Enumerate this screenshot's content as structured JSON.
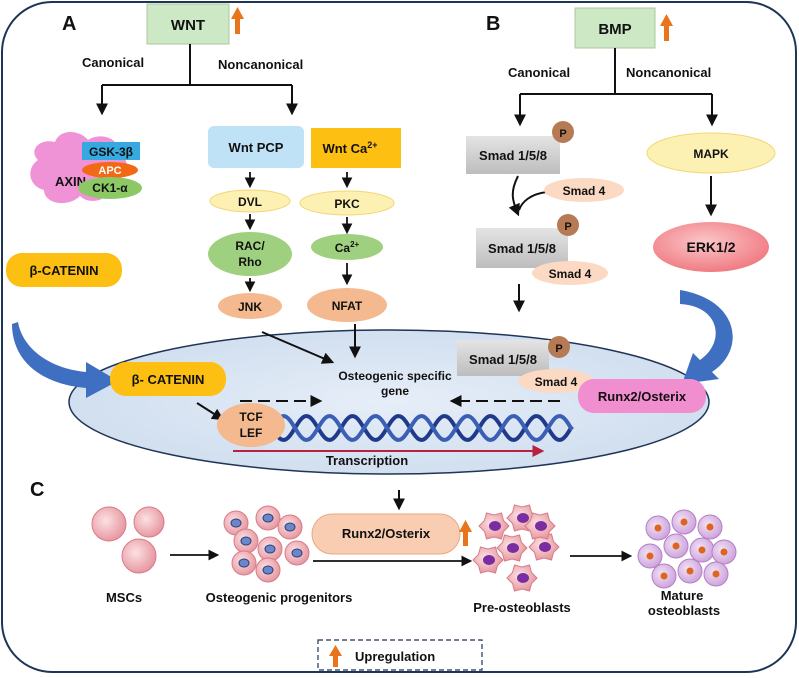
{
  "panels": {
    "a": "A",
    "b": "B",
    "c": "C"
  },
  "colors": {
    "frame": "#1f3556",
    "arrow_up": "#e8741c",
    "green_box": "#cde8c4",
    "yellow": "#fdbf11",
    "light_yellow": "#fdf0b3",
    "green": "#9fd07f",
    "salmon": "#f4b98f",
    "light_salmon": "#fbd9c2",
    "blue_box": "#bfe2f7",
    "pink": "#f08ed0",
    "gray": "#cfcfcf",
    "nucleus": "#d6e4f2",
    "dna_blue": "#1f3a8a",
    "transcription_arrow": "#b6223f",
    "big_arrow_blue": "#3f6fc0",
    "phospho": "#b67b55",
    "erk": "#f2868c"
  },
  "wnt": {
    "title": "WNT",
    "canonical": "Canonical",
    "noncanonical": "Noncanonical",
    "gsk": "GSK-3β",
    "apc": "APC",
    "ck1": "CK1-α",
    "axin": "AXIN",
    "pcp": "Wnt PCP",
    "ca_base": "Wnt Ca",
    "ca_sup": "2+",
    "dvl": "DVL",
    "rac": "RAC/",
    "rho": "Rho",
    "jnk": "JNK",
    "pkc": "PKC",
    "ca2_base": "Ca",
    "ca2_sup": "2+",
    "nfat": "NFAT",
    "beta_catenin": "β-CATENIN"
  },
  "bmp": {
    "title": "BMP",
    "canonical": "Canonical",
    "noncanonical": "Noncanonical",
    "smad158": "Smad 1/5/8",
    "p": "P",
    "smad4": "Smad 4",
    "mapk": "MAPK",
    "erk": "ERK1/2"
  },
  "nucleus": {
    "beta_catenin": "β- CATENIN",
    "tcf": "TCF",
    "lef": "LEF",
    "gene_line1": "Osteogenic specific",
    "gene_line2": "gene",
    "smad158": "Smad 1/5/8",
    "p": "P",
    "smad4": "Smad 4",
    "runx2": "Runx2/Osterix",
    "transcription": "Transcription"
  },
  "differentiation": {
    "mscs": "MSCs",
    "progenitors": "Osteogenic progenitors",
    "runx2": "Runx2/Osterix",
    "pre": "Pre-osteoblasts",
    "mature_line1": "Mature",
    "mature_line2": "osteoblasts"
  },
  "legend": {
    "label": "Upregulation"
  }
}
